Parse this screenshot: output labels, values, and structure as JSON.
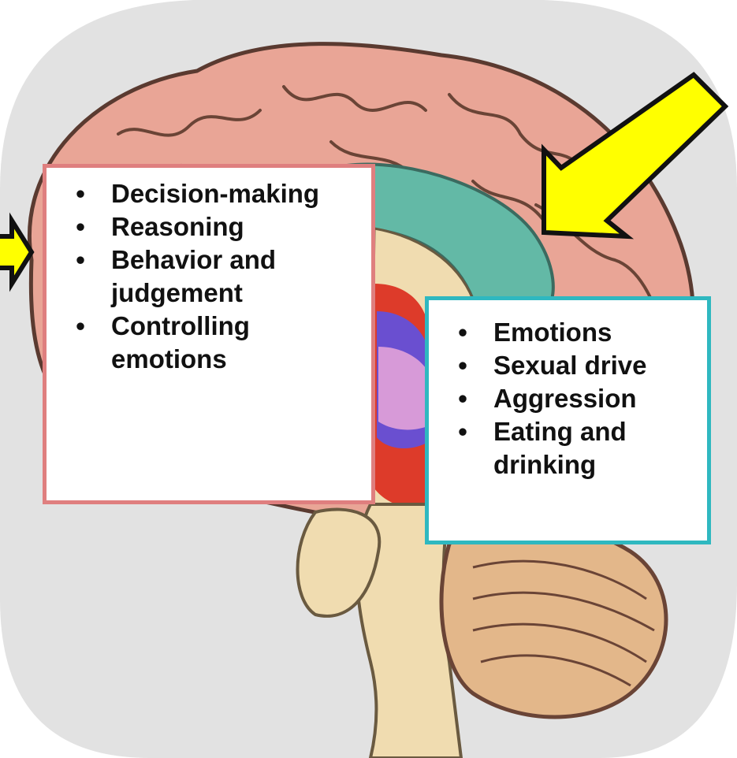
{
  "frontal_list": {
    "items": [
      "Decision-making",
      "Reasoning",
      "Behavior and judgement",
      "Controlling emotions"
    ]
  },
  "limbic_list": {
    "items": [
      "Emotions",
      "Sexual drive",
      "Aggression",
      "Eating and drinking"
    ]
  },
  "colors": {
    "frontal_box_border": "#df7f7f",
    "limbic_box_border": "#2fb8c0",
    "arrow_fill": "#ffff00",
    "cortex": "#e9a596",
    "cingulate": "#63b9a6",
    "background_panel": "#e2e2e2"
  },
  "icons": [
    "yellow-arrow",
    "bullet"
  ]
}
